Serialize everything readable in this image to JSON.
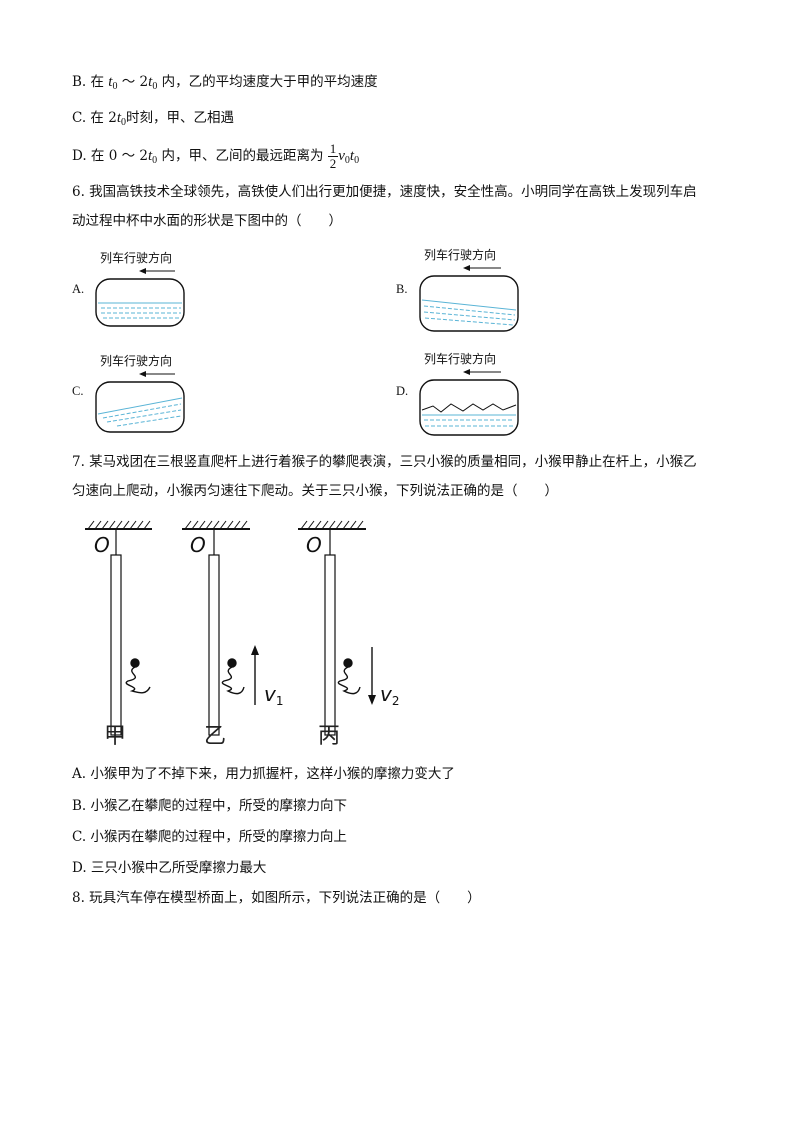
{
  "q5": {
    "optB": {
      "prefix": "B.  在 ",
      "mid": " ～ 2",
      "suffix": " 内，乙的平均速度大于甲的平均速度"
    },
    "optC": {
      "prefix": "C.  在 2",
      "suffix": "时刻，甲、乙相遇"
    },
    "optD": {
      "prefix": "D.  在 0 ～ 2",
      "suffix": " 内，甲、乙间的最远距离为 ",
      "frac_num": "1",
      "frac_den": "2"
    },
    "t_sym": "t",
    "v_sym": "v",
    "zero_sub": "0"
  },
  "q6": {
    "line1": "6. 我国高铁技术全球领先，高铁使人们出行更加便捷，速度快，安全性高。小明同学在高铁上发现列车启",
    "line2": "动过程中杯中水面的形状是下图中的（　　）",
    "direction_label": "列车行驶方向",
    "opt_a": "A.",
    "opt_b": "B.",
    "opt_c": "C.",
    "opt_d": "D."
  },
  "q7": {
    "line1": "7. 某马戏团在三根竖直爬杆上进行着猴子的攀爬表演，三只小猴的质量相同，小猴甲静止在杆上，小猴乙",
    "line2": "匀速向上爬动，小猴丙匀速往下爬动。关于三只小猴，下列说法正确的是（　　）",
    "pivot": "O",
    "v1": "v",
    "v1_sub": "1",
    "v2": "v",
    "v2_sub": "2",
    "captions": [
      "甲",
      "乙",
      "丙"
    ],
    "optA": "A.  小猴甲为了不掉下来，用力抓握杆，这样小猴的摩擦力变大了",
    "optB": "B.  小猴乙在攀爬的过程中，所受的摩擦力向下",
    "optC": "C.  小猴丙在攀爬的过程中，所受的摩擦力向上",
    "optD": "D.  三只小猴中乙所受摩擦力最大"
  },
  "q8": {
    "line1": "8. 玩具汽车停在模型桥面上，如图所示，下列说法正确的是（　　）"
  },
  "colors": {
    "water": "#5ab4d6",
    "ink": "#111111"
  }
}
